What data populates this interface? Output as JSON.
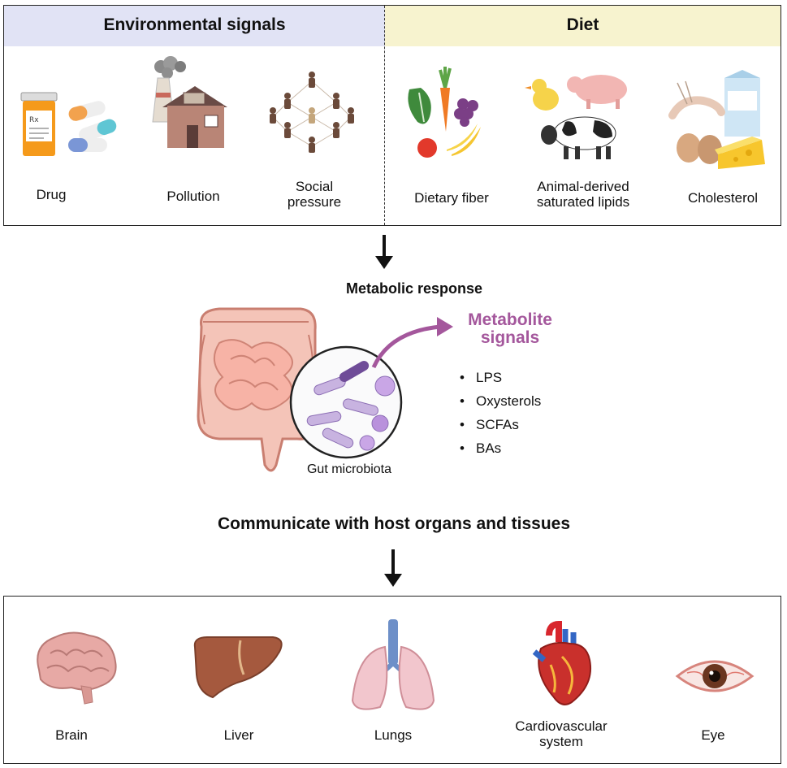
{
  "top_panel": {
    "env_title": "Environmental signals",
    "diet_title": "Diet",
    "env_items": [
      {
        "label": "Drug"
      },
      {
        "label": "Pollution"
      },
      {
        "label": "Social pressure"
      }
    ],
    "diet_items": [
      {
        "label": "Dietary fiber"
      },
      {
        "label": "Animal-derived saturated lipids"
      },
      {
        "label": "Cholesterol"
      }
    ]
  },
  "middle": {
    "metabolic_response": "Metabolic response",
    "gut_label": "Gut microbiota",
    "metabolite_title": "Metabolite signals",
    "metabolites": [
      "LPS",
      "Oxysterols",
      "SCFAs",
      "BAs"
    ],
    "communicate": "Communicate with host organs and tissues"
  },
  "organs": [
    {
      "label": "Brain"
    },
    {
      "label": "Liver"
    },
    {
      "label": "Lungs"
    },
    {
      "label": "Cardiovascular system"
    },
    {
      "label": "Eye"
    }
  ],
  "colors": {
    "env_header": "#e1e3f5",
    "diet_header": "#f7f3cf",
    "metabolite_accent": "#a4579c",
    "arrow": "#111111"
  }
}
